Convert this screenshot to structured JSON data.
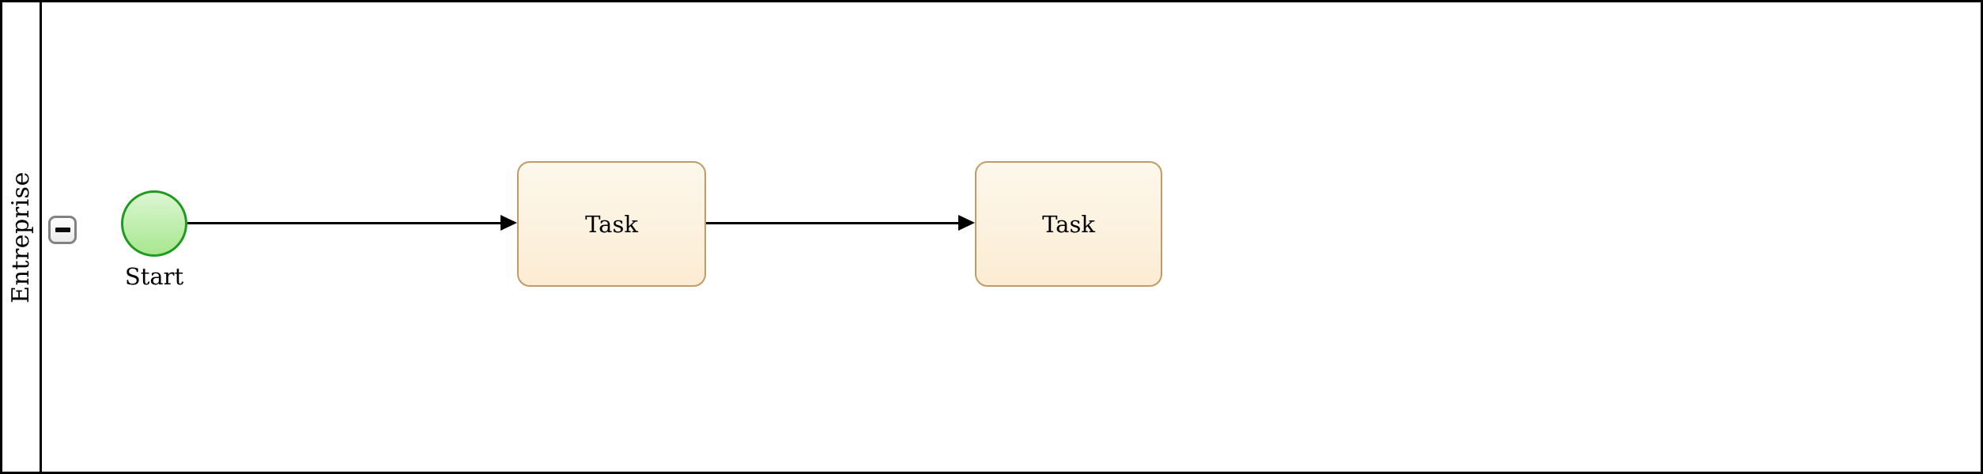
{
  "diagram_type": "bpmn-process",
  "pool": {
    "label": "Entreprise",
    "collapse_icon": "minus-icon",
    "collapsed": false
  },
  "nodes": [
    {
      "id": "start",
      "type": "start-event",
      "label": "Start"
    },
    {
      "id": "task1",
      "type": "task",
      "label": "Task"
    },
    {
      "id": "task2",
      "type": "task",
      "label": "Task"
    }
  ],
  "edges": [
    {
      "from": "start",
      "to": "task1",
      "type": "sequence-flow",
      "arrowhead": "filled-triangle"
    },
    {
      "from": "task1",
      "to": "task2",
      "type": "sequence-flow",
      "arrowhead": "filled-triangle"
    }
  ],
  "colors": {
    "pool_border": "#000000",
    "lane_divider": "#000000",
    "task_border": "#c39a66",
    "task_fill_top": "#fdf8ec",
    "task_fill_bottom": "#fcecd3",
    "event_border": "#1e9b1e",
    "event_fill_top": "#dcf6d2",
    "event_fill_bottom": "#a7e78f",
    "arrow": "#000000",
    "collapse_button_border": "#828282"
  }
}
